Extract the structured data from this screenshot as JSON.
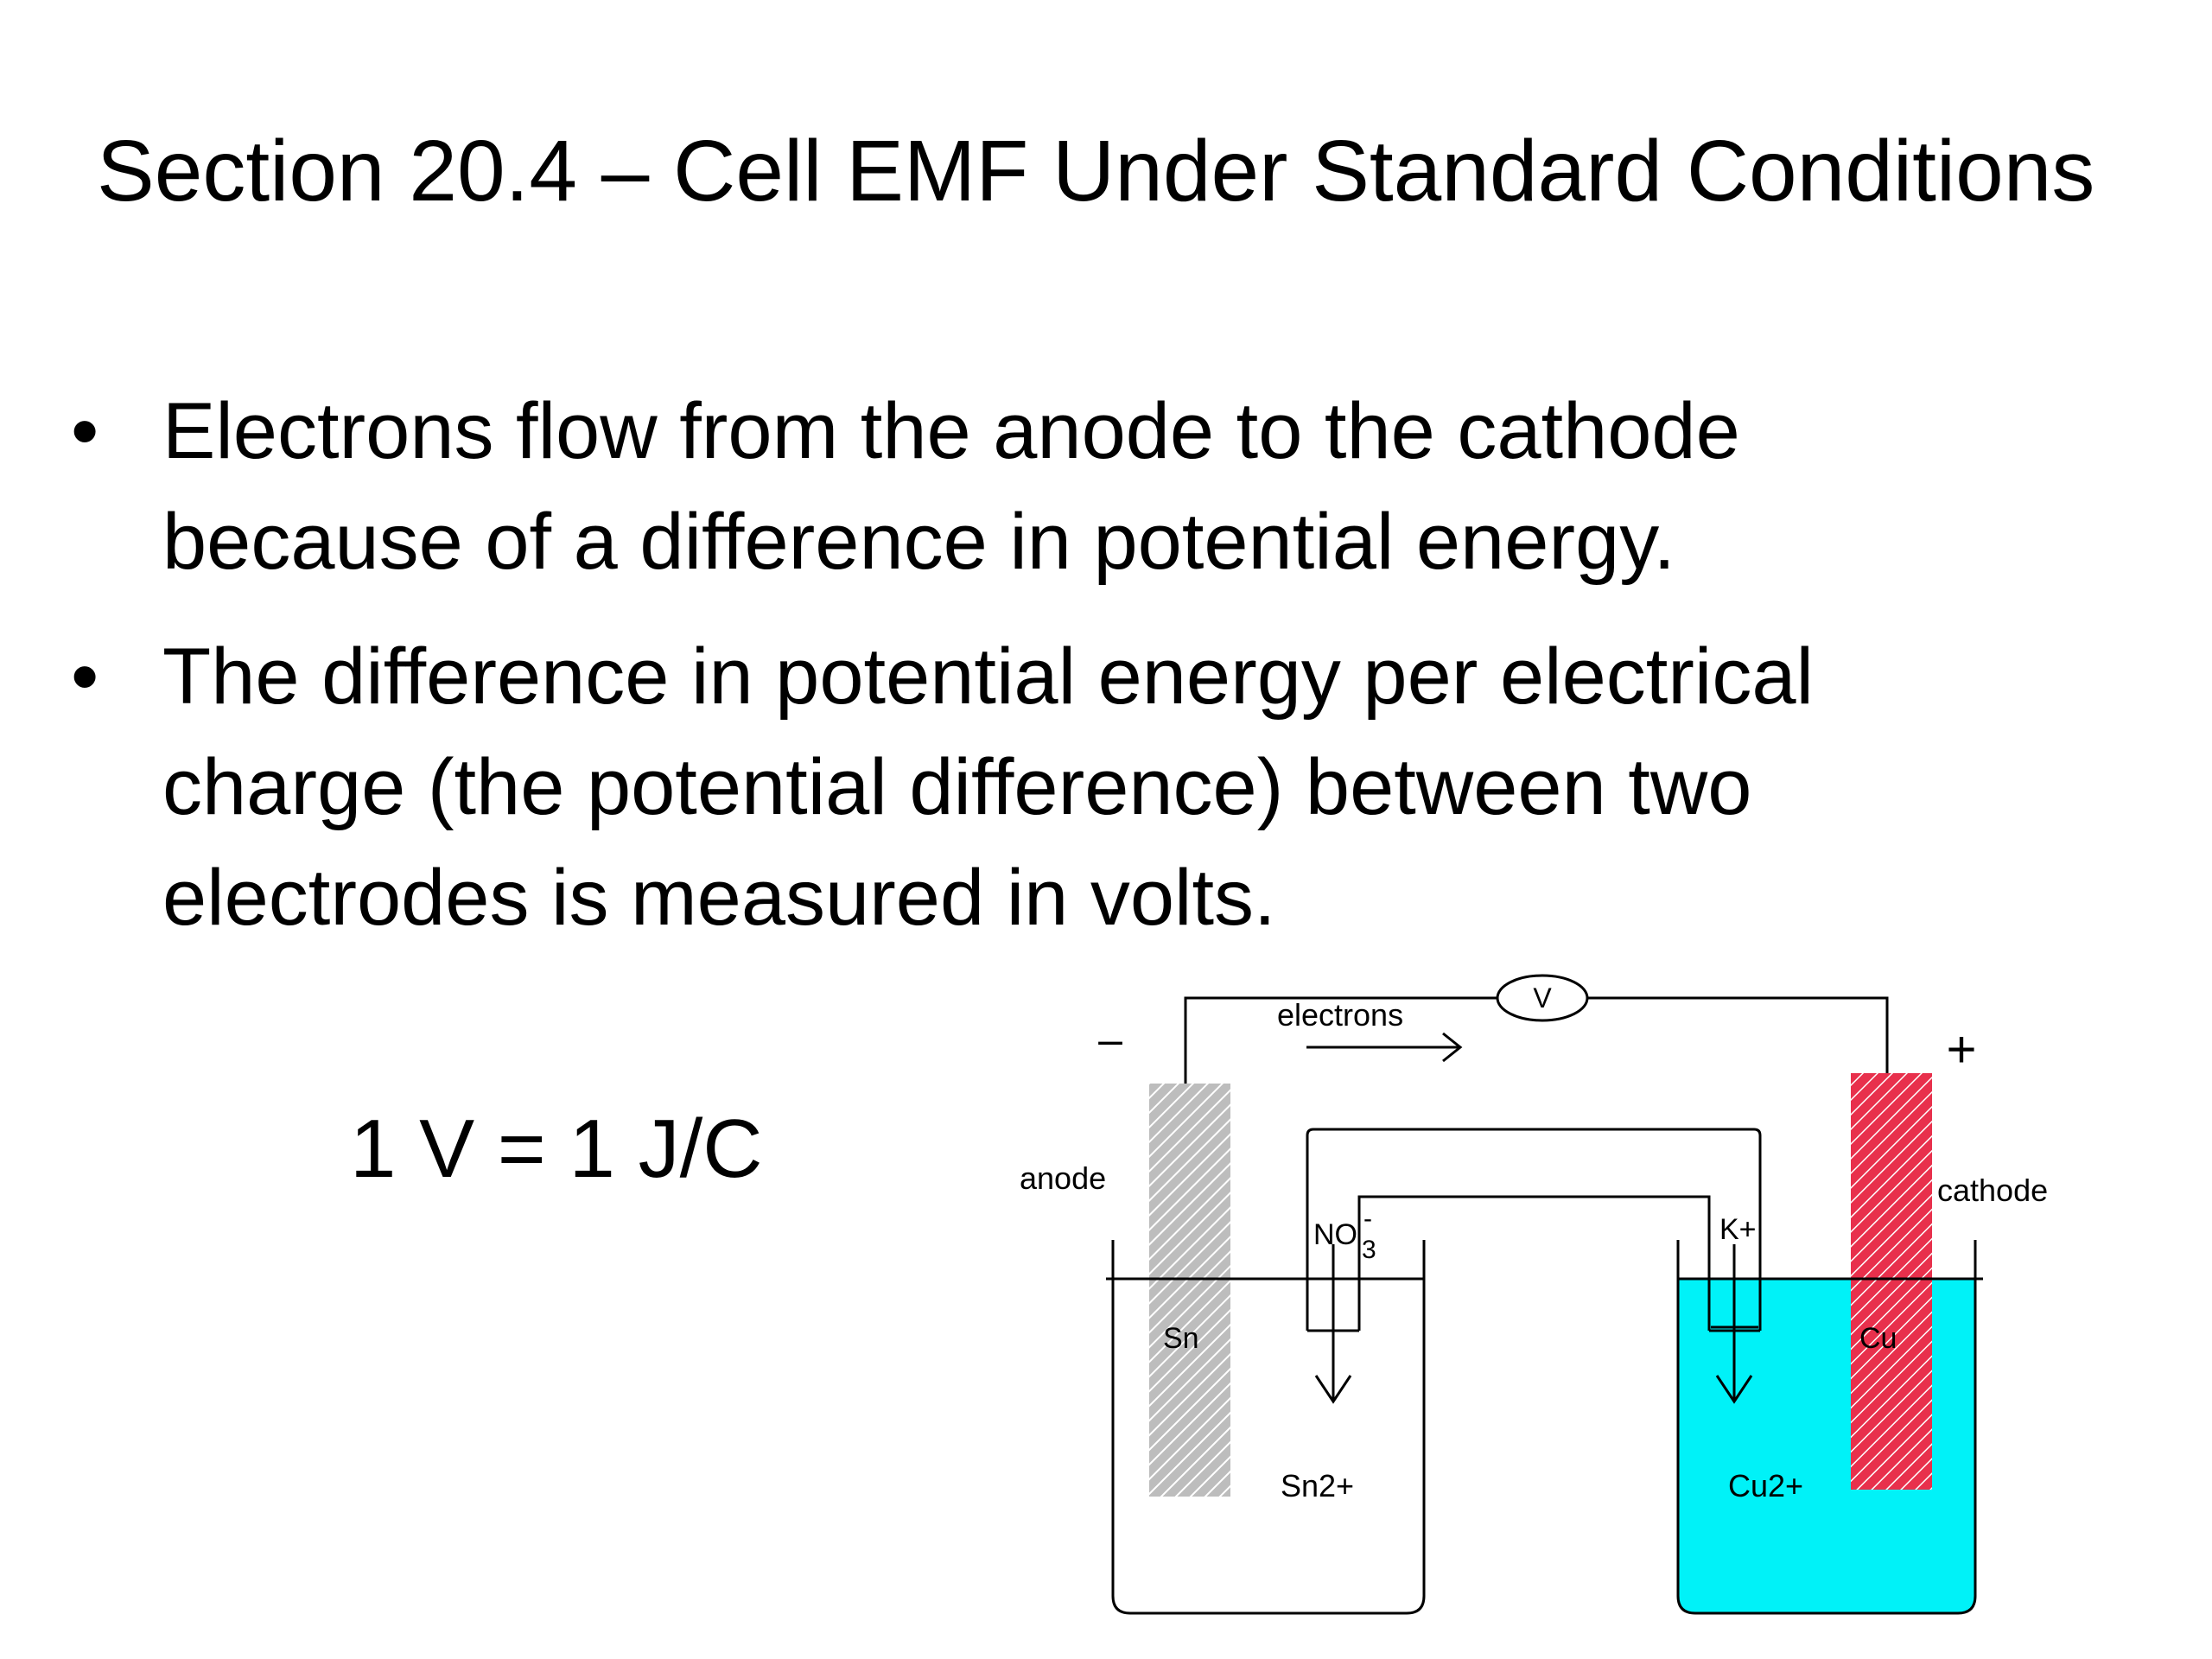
{
  "slide": {
    "title": "Section 20.4 – Cell EMF Under Standard Conditions",
    "bullets": [
      {
        "lines": [
          "Electrons flow from the anode to the cathode",
          "because of a difference in potential energy."
        ]
      },
      {
        "lines": [
          "The difference in potential energy per electrical",
          "charge (the potential difference) between two",
          "electrodes is measured in volts."
        ]
      }
    ],
    "bullet_glyph": "•",
    "equation": "1 V = 1 J/C"
  },
  "diagram": {
    "voltmeter_label": "V",
    "electrons_label": "electrons",
    "negative_sign": "–",
    "positive_sign": "+",
    "anode_label": "anode",
    "cathode_label": "cathode",
    "anode_metal": "Sn",
    "cathode_metal": "Cu",
    "anode_ion": "Sn2+",
    "cathode_ion": "Cu2+",
    "salt_bridge_anion": "NO",
    "salt_bridge_anion_sub": "3",
    "salt_bridge_anion_sup": "-",
    "salt_bridge_cation": "K+",
    "colors": {
      "cathode_solution": "#00f2f8",
      "cathode_electrode": "#e8304c",
      "anode_electrode": "#bdbdbd",
      "line": "#000000"
    }
  }
}
